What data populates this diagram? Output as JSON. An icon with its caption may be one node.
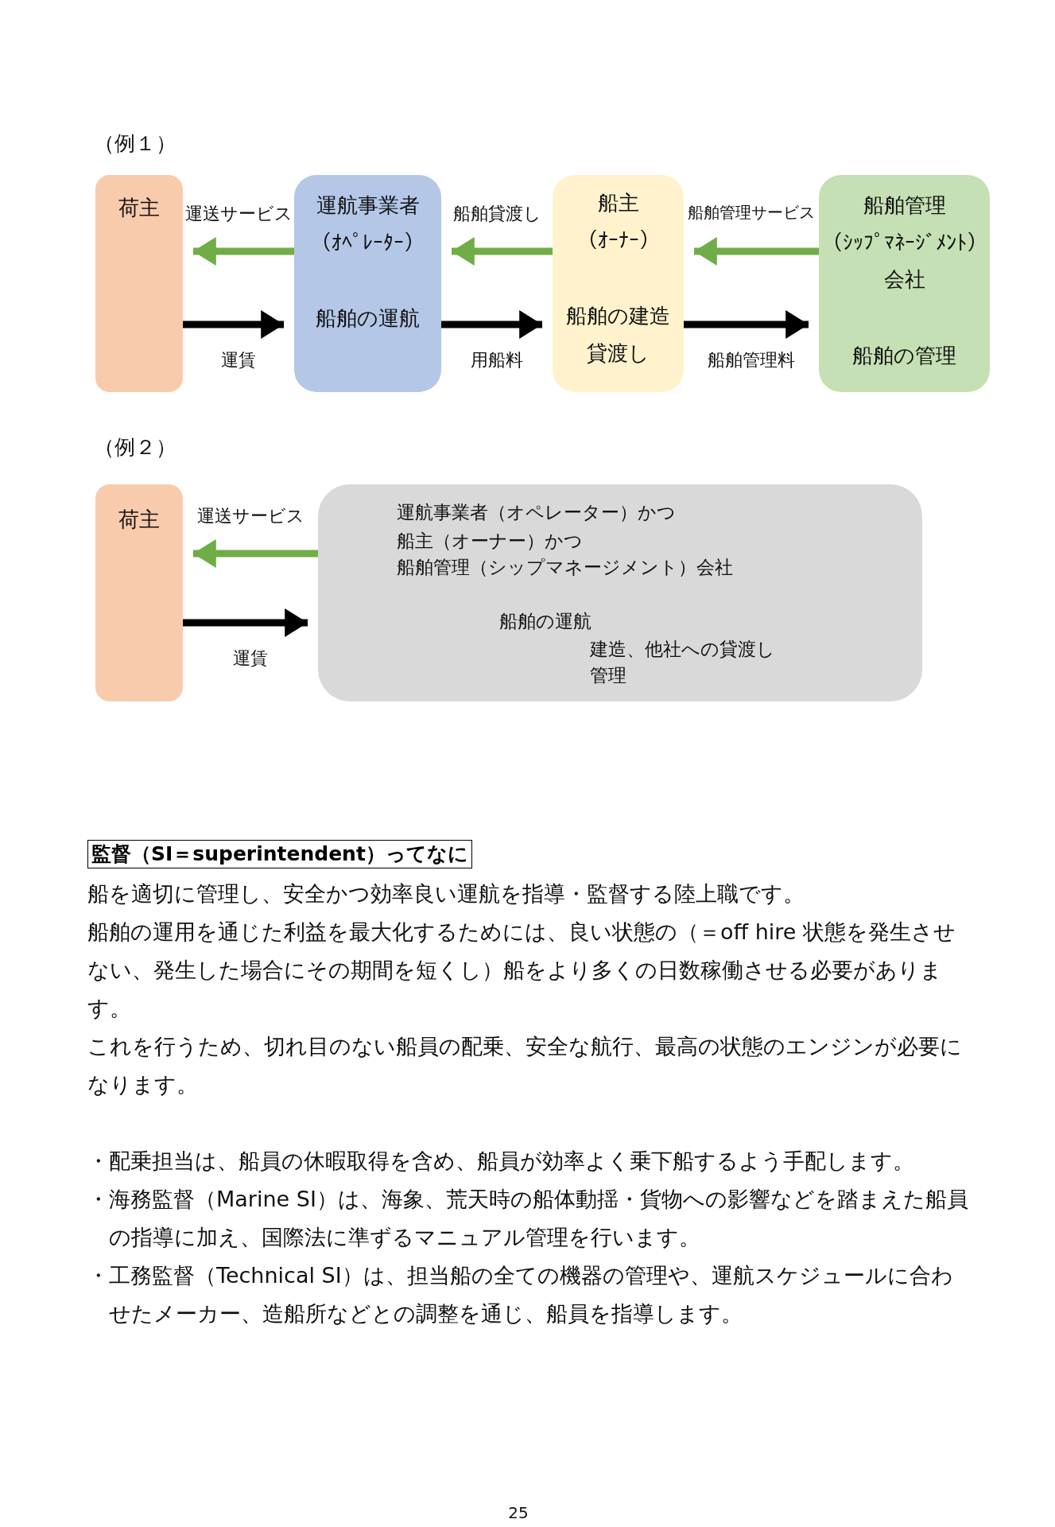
{
  "diagram": {
    "nodes": [
      {
        "text": [
          "荷主"
        ]
      },
      {
        "text": [
          "運航事業者",
          "（ｵﾍﾟﾚｰﾀｰ）",
          "船舶の運航"
        ]
      },
      {
        "text": [
          "船主",
          "（ｵｰﾅｰ）",
          "船舶の建造",
          "貸渡し"
        ]
      },
      {
        "text": [
          "船舶管理",
          "（ｼｯﾌﾟﾏﾈｰｼﾞﾒﾝﾄ）",
          "会社",
          "船舶の管理"
        ]
      },
      {
        "text": [
          "荷主"
        ]
      },
      {
        "text": [
          "運航事業者（オペレーター）かつ",
          "船主（オーナー）かつ",
          "船舶管理（シップマネージメント）会社",
          "船舶の運航",
          "建造、他社への貸渡し",
          "管理"
        ]
      },
      {
        "text": [
          "監督（SI＝superintendent）ってなに"
        ]
      }
    ],
    "edges": [
      {
        "from": 1,
        "to": 0,
        "arrow": "to",
        "label": "運送サービス",
        "color": "#70ad47"
      },
      {
        "from": 0,
        "to": 1,
        "arrow": "to",
        "label": "運賃",
        "color": "#000000"
      },
      {
        "from": 2,
        "to": 1,
        "arrow": "to",
        "label": "船舶貸渡し",
        "color": "#70ad47"
      },
      {
        "from": 1,
        "to": 2,
        "arrow": "to",
        "label": "用船料",
        "color": "#000000"
      },
      {
        "from": 3,
        "to": 2,
        "arrow": "to",
        "label": "船舶管理サービス",
        "color": "#70ad47"
      },
      {
        "from": 2,
        "to": 3,
        "arrow": "to",
        "label": "船舶管理料",
        "color": "#000000"
      },
      {
        "from": 5,
        "to": 4,
        "arrow": "to",
        "label": "運送サービス",
        "color": "#70ad47"
      },
      {
        "from": 4,
        "to": 5,
        "arrow": "to",
        "label": "運賃",
        "color": "#000000"
      }
    ],
    "labels": [
      "（例１）",
      "（例２）",
      "船を適切に管理し、安全かつ効率良い運航を指導・監督する陸上職です。",
      "船舶の運用を通じた利益を最大化するためには、良い状態の（＝off hire 状態を発生させない、発生した場合にその期間を短くし）船をより多くの日数稼働させる必要があります。",
      "これを行うため、切れ目のない船員の配乗、安全な航行、最高の状態のエンジンが必要になります。",
      "・配乗担当は、船員の休暇取得を含め、船員が効率よく乗下船するよう手配します。",
      "・海務監督（Marine SI）は、海象、荒天時の船体動揺・貨物への影響などを踏まえた船員の指導に加え、国際法に準ずるマニュアル管理を行います。",
      "・工務監督（Technical SI）は、担当船の全ての機器の管理や、運航スケジュールに合わせたメーカー、造船所などとの調整を通じ、船員を指導します。",
      "25"
    ]
  }
}
